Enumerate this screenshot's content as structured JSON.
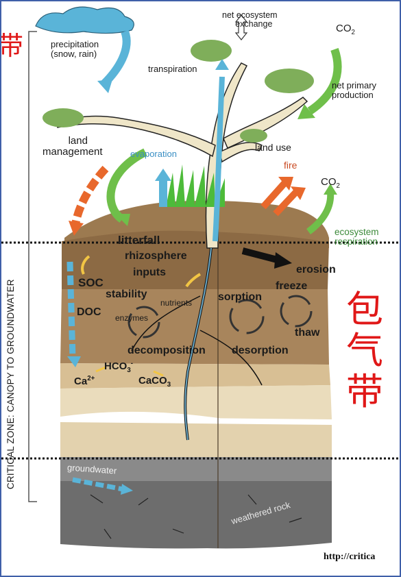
{
  "sidebar_text_top": "带",
  "vertical_title": "CRITICAL ZONE: CANOPY TO GROUNDWATER",
  "chinese_label": [
    "包",
    "气",
    "带"
  ],
  "atmosphere": {
    "precipitation": "precipitation",
    "precipitation_detail": "(snow, rain)",
    "net_ecosystem": "net ecosystem",
    "exchange": "exchange",
    "co2_top": "CO",
    "co2_top_sub": "2",
    "transpiration": "transpiration",
    "net_primary": "net primary",
    "production": "production",
    "land_management_1": "land",
    "land_management_2": "management",
    "evaporation": "evaporation",
    "land_use": "land use",
    "fire": "fire",
    "co2_mid": "CO",
    "co2_mid_sub": "2",
    "ecosystem": "ecosystem",
    "respiration": "respiration"
  },
  "soil": {
    "litterfall": "litterfall",
    "rhizosphere": "rhizosphere",
    "inputs": "inputs",
    "erosion": "erosion",
    "soc": "SOC",
    "stability": "stability",
    "nutrients": "nutrients",
    "sorption": "sorption",
    "freeze": "freeze",
    "doc": "DOC",
    "enzymes": "enzymes",
    "thaw": "thaw",
    "decomposition": "decomposition",
    "desorption": "desorption",
    "hco3": "HCO",
    "hco3_sub": "3",
    "hco3_sup": "-",
    "ca": "Ca",
    "ca_sup": "2+",
    "caco3": "CaCO",
    "caco3_sub": "3"
  },
  "subsurface": {
    "groundwater": "groundwater",
    "weathered_rock": "weathered rock"
  },
  "source_url": "http://critica",
  "colors": {
    "frame": "#3f5fa8",
    "label_red": "#e01818",
    "water_blue": "#5ab4d8",
    "carbon_green": "#6fbf4a",
    "management_orange": "#e8682c",
    "soil_brown": "#b08a60",
    "rock_gray": "#6d6d6d"
  }
}
